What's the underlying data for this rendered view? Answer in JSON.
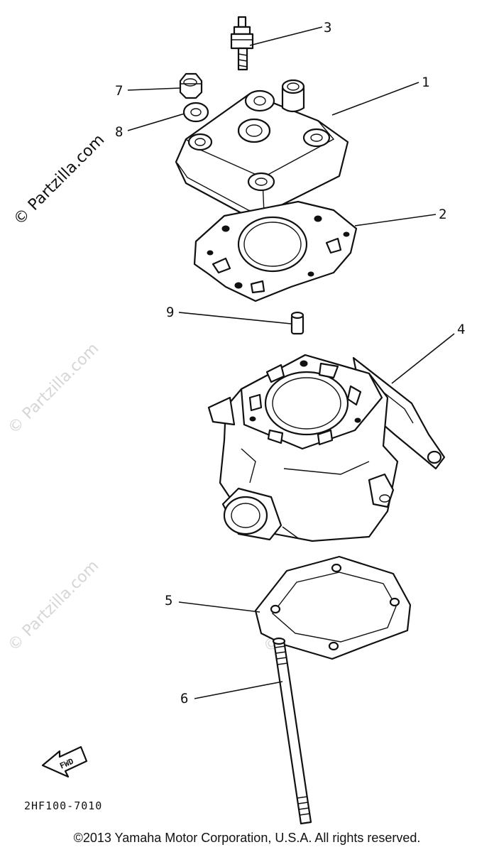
{
  "callouts": {
    "c1": "1",
    "c2": "2",
    "c3": "3",
    "c4": "4",
    "c5": "5",
    "c6": "6",
    "c7": "7",
    "c8": "8",
    "c9": "9"
  },
  "watermark": "© Partzilla.com",
  "fwd_label": "FWD",
  "diagram_code": "2HF100-7010",
  "copyright": "©2013  Yamaha Motor Corporation, U.S.A. All rights reserved."
}
